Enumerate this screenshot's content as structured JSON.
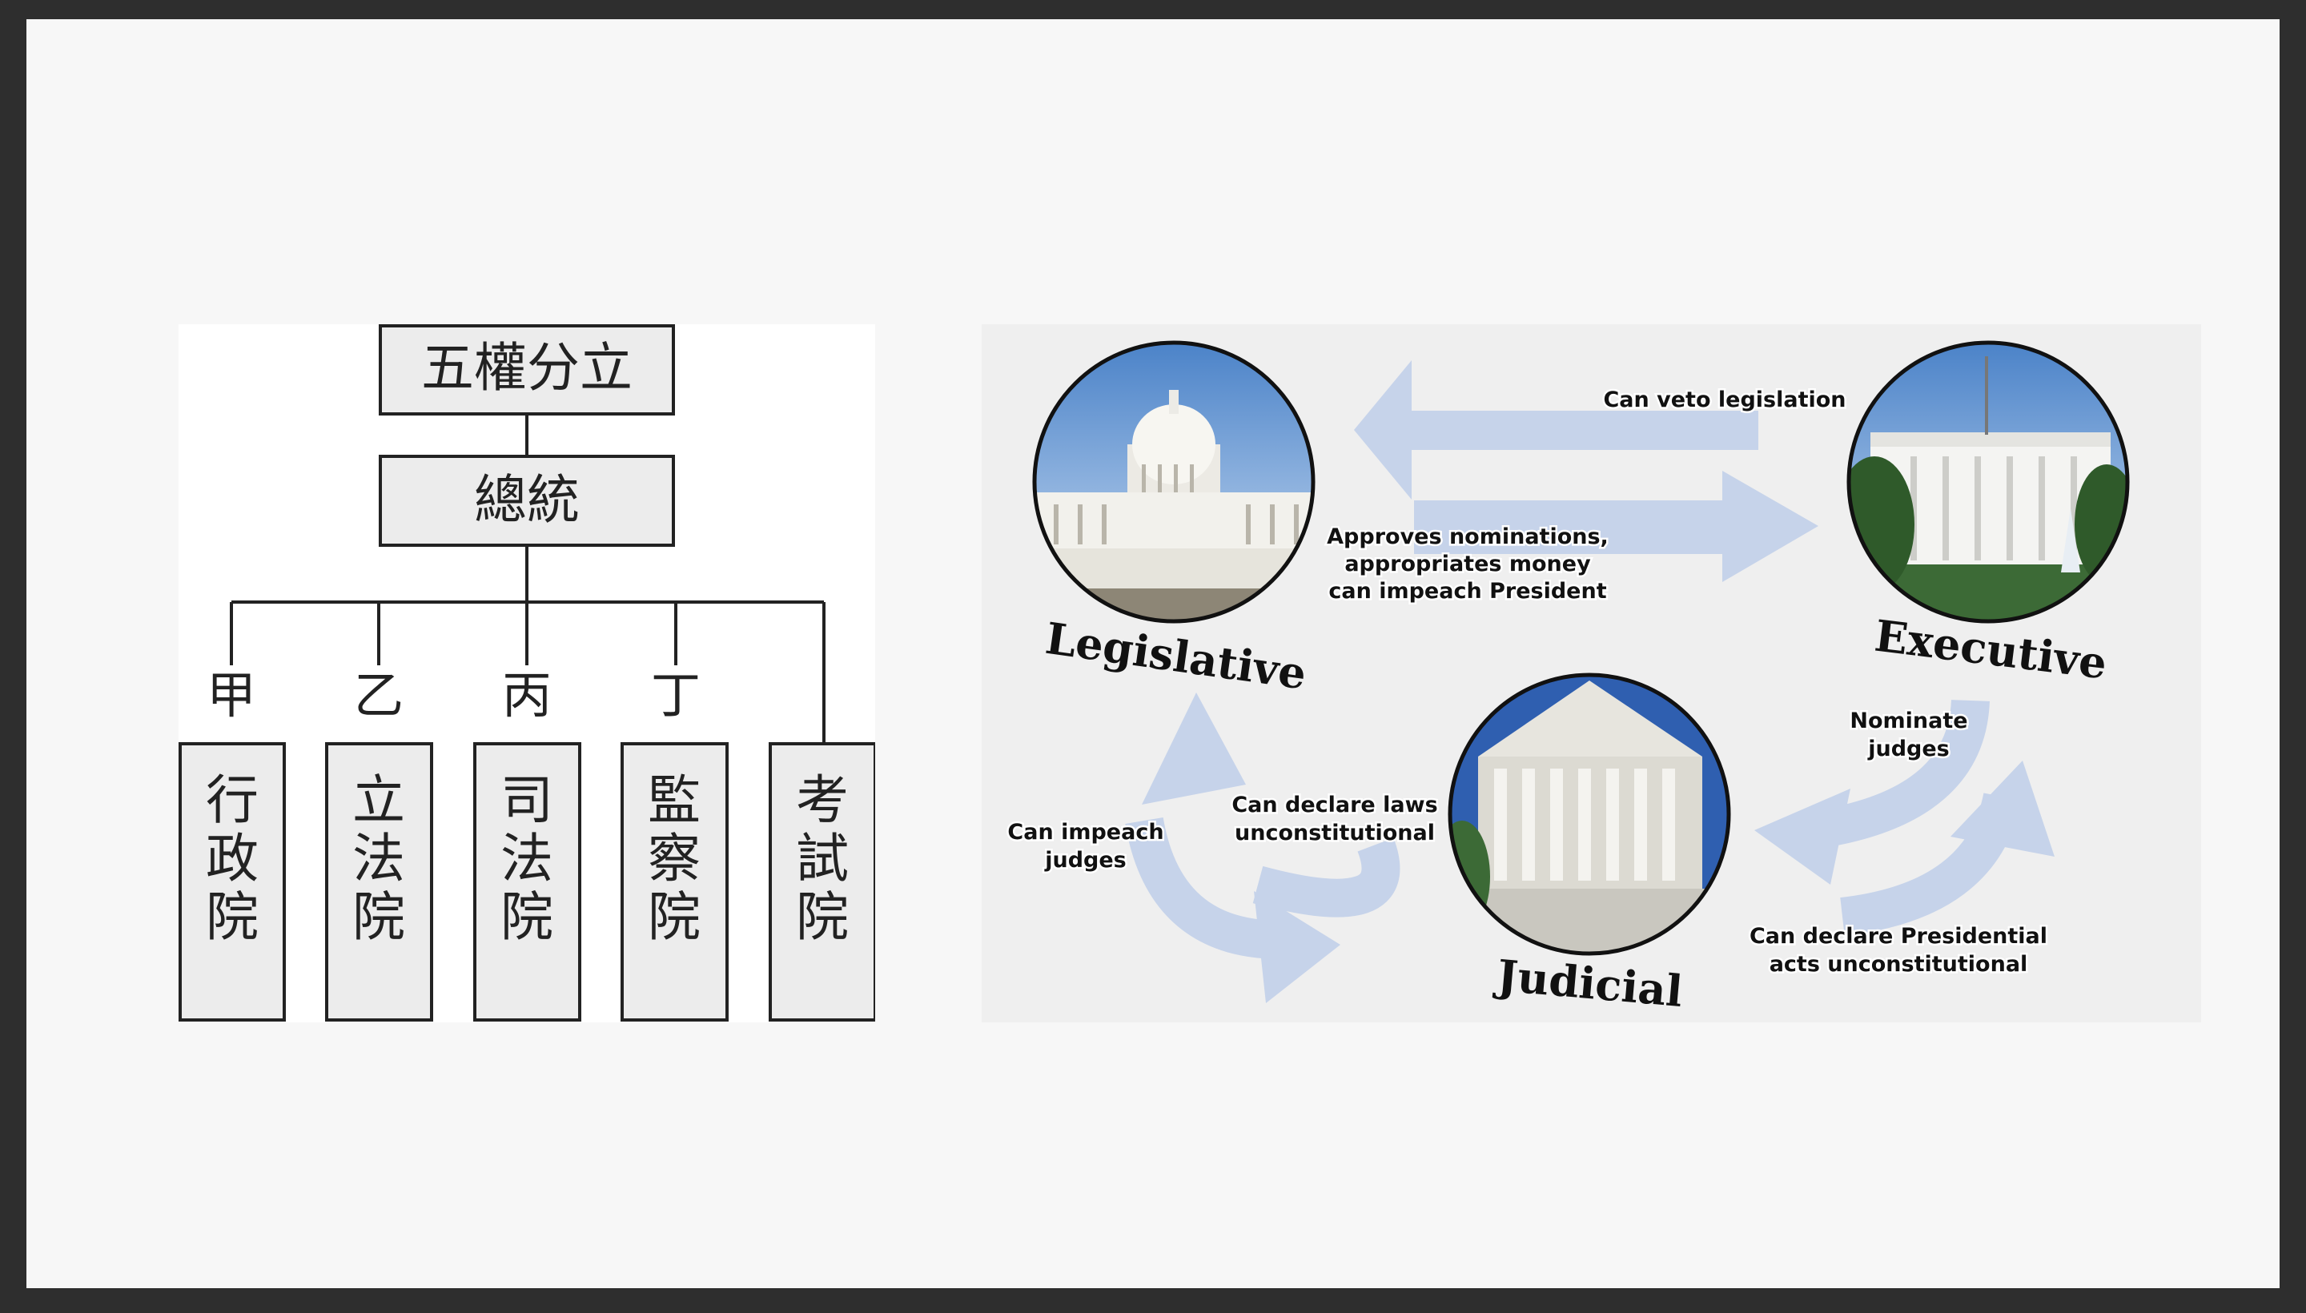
{
  "left_chart": {
    "root": "五權分立",
    "president": "總統",
    "branch_labels": [
      "甲",
      "乙",
      "丙",
      "丁",
      ""
    ],
    "branches": [
      [
        "行",
        "政",
        "院"
      ],
      [
        "立",
        "法",
        "院"
      ],
      [
        "司",
        "法",
        "院"
      ],
      [
        "監",
        "察",
        "院"
      ],
      [
        "考",
        "試",
        "院"
      ]
    ]
  },
  "right_chart": {
    "branches": {
      "legislative": "Legislative",
      "executive": "Executive",
      "judicial": "Judicial"
    },
    "relations": {
      "veto": "Can veto legislation",
      "approves": [
        "Approves nominations,",
        "appropriates money",
        "can impeach President"
      ],
      "impeach_judges": [
        "Can impeach",
        "judges"
      ],
      "declare_laws": [
        "Can declare laws",
        "unconstitutional"
      ],
      "nominate": [
        "Nominate",
        "judges"
      ],
      "declare_presidential": [
        "Can declare Presidential",
        "acts unconstitutional"
      ]
    },
    "colors": {
      "arrow": "#c6d3ea",
      "sky": "#7aa6dc",
      "building": "#f1f1ee",
      "foliage": "#3c6a36"
    }
  }
}
